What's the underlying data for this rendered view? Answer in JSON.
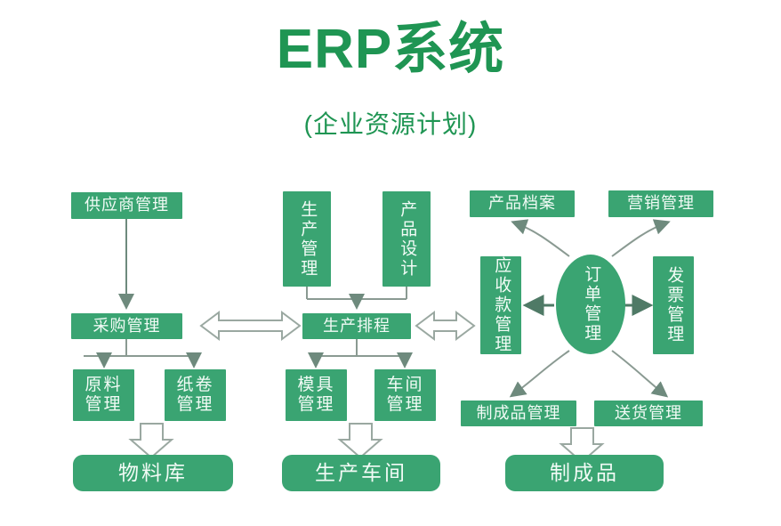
{
  "header": {
    "title": "ERP系统",
    "subtitle": "(企业资源计划)"
  },
  "colors": {
    "node_fill": "#3aa472",
    "node_text": "#f2fbf6",
    "title_text": "#1f9553",
    "connector": "#8a9a92",
    "background": "#ffffff"
  },
  "columns": {
    "procurement": {
      "supplier_management": "供应商管理",
      "purchase_management": "采购管理",
      "raw_material_management": "原料\n管理",
      "paper_roll_management": "纸卷\n管理",
      "material_warehouse": "物料库"
    },
    "production": {
      "production_management": "生产管理",
      "product_design": "产品设计",
      "production_scheduling": "生产排程",
      "mold_management": "模具\n管理",
      "workshop_management": "车间\n管理",
      "production_workshop": "生产车间"
    },
    "sales": {
      "product_archive": "产品档案",
      "marketing_management": "营销管理",
      "receivables_management": "应收款管理",
      "order_management": "订单管理",
      "invoice_management": "发票管理",
      "finished_goods_management": "制成品管理",
      "delivery_management": "送货管理",
      "finished_goods": "制成品"
    }
  },
  "connectors": {
    "supplier_to_purchase": "arrow-down",
    "purchase_fork": "fork-down-two",
    "materials_to_warehouse": "block-arrow-down",
    "production_merge": "merge-down",
    "scheduling_fork": "fork-down-two",
    "molds_to_workshop": "block-arrow-down",
    "purchase_to_scheduling": "double-headed-arrow",
    "scheduling_to_receivables": "double-headed-arrow",
    "order_to_receivables": "arrow-left",
    "order_to_invoice": "arrow-right",
    "order_to_archive": "curved-arrow-up-left",
    "order_to_marketing": "curved-arrow-up-right",
    "order_to_finished_mgmt": "curved-arrow-down-left",
    "order_to_delivery": "curved-arrow-down-right",
    "finished_to_product": "block-arrow-down"
  }
}
